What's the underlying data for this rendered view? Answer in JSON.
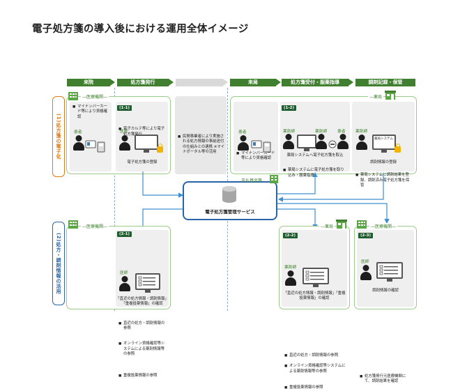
{
  "title": "電子処方箋の導入後における運用全体イメージ",
  "headers": [
    "来院",
    "処方箋発行",
    "",
    "来局",
    "処方箋受付・服薬指導",
    "調剤記録・保管"
  ],
  "side_labels": {
    "top": "(1)処方箋の電子化",
    "bottom": "(2)処方・調剤情報の活用"
  },
  "facility_labels": {
    "hospital": "医療機関",
    "pharmacy": "薬局",
    "fund": "支払基金等"
  },
  "center_service": "電子処方箋管理サービス",
  "top_row": {
    "visit": {
      "text": "マイナンバーカード等により資格確認",
      "role": "患者"
    },
    "issue": {
      "badge": "(1-1)",
      "text": "電子カルテ等により電子処方箋発行",
      "role": "医師",
      "caption": "電子処方箋の登録"
    },
    "private": {
      "text": "民間事業者により実施される処方情報の事前送付の仕組みとの連携 ※マイナポータル等の活用"
    },
    "arrive": {
      "text": "マイナンバーカード等により資格確認",
      "role": "患者"
    },
    "reception": {
      "badge": "(1-2)",
      "text": "薬局システムに電子処方箋を取り込み・服薬指導",
      "role_left": "薬剤師",
      "role_right": "薬剤師",
      "role_patient": "患者",
      "caption": "薬局システムへ電子処方箋を取込"
    },
    "record": {
      "text": "薬局システムに調剤結果を登録、調剤済み電子処方箋を保管",
      "role": "薬剤師",
      "caption": "調剤情報の登録",
      "screen": "薬局システム"
    }
  },
  "bottom_row": {
    "hospital": {
      "badge": "(2-1)",
      "items": [
        "直近の処方・調剤情報の参照",
        "オンライン資格確認等システムによる薬剤情報等の参照",
        "重複投薬情報の参照"
      ],
      "role": "医師",
      "caption": "「直近の処方情報・調剤情報」「重複投薬情報」の確認"
    },
    "pharmacy": {
      "badge": "(2-2)",
      "items": [
        "直近の処方・調剤情報の参照",
        "オンライン資格確認等システムによる薬剤情報等の参照",
        "重複投薬情報の参照"
      ],
      "role": "薬剤師",
      "caption": "「直近の処方情報・調剤情報」「重複投薬情報」の確認"
    },
    "feedback": {
      "badge": "(2-3)",
      "text": "処方箋発行元医療機関にて、調剤結果を確認",
      "role": "医師",
      "caption": "調剤情報の確認"
    }
  },
  "colors": {
    "green": "#3f7f2f",
    "dark_green": "#1f5c2e",
    "orange": "#e07b1a",
    "blue": "#2a64a8",
    "arrow": "#3c8fd0"
  }
}
